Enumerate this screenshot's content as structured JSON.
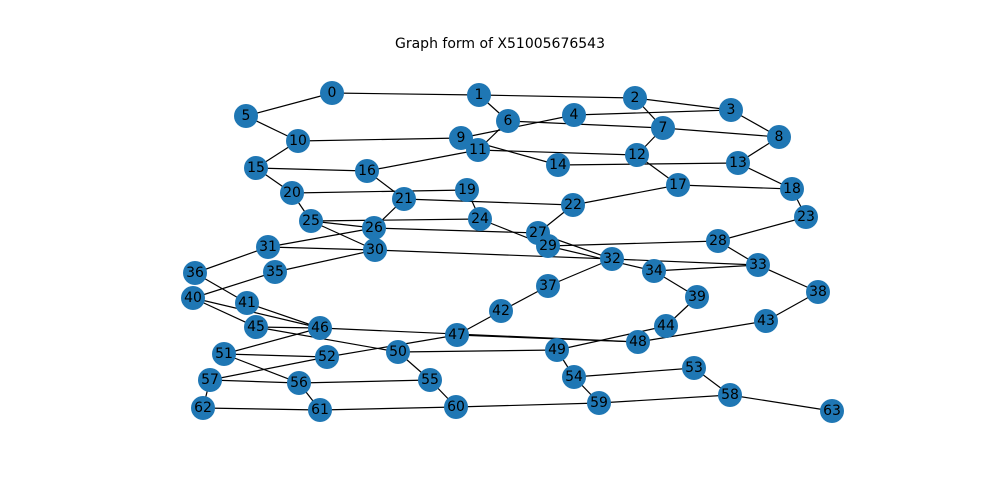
{
  "title": "Graph form of X51005676543",
  "style": {
    "node_color": "#1f77b4",
    "edge_color": "#000000",
    "label_color": "#000000"
  },
  "nodes": [
    {
      "id": "0"
    },
    {
      "id": "1"
    },
    {
      "id": "2"
    },
    {
      "id": "3"
    },
    {
      "id": "4"
    },
    {
      "id": "5"
    },
    {
      "id": "6"
    },
    {
      "id": "7"
    },
    {
      "id": "8"
    },
    {
      "id": "9"
    },
    {
      "id": "10"
    },
    {
      "id": "11"
    },
    {
      "id": "12"
    },
    {
      "id": "13"
    },
    {
      "id": "14"
    },
    {
      "id": "15"
    },
    {
      "id": "16"
    },
    {
      "id": "17"
    },
    {
      "id": "18"
    },
    {
      "id": "19"
    },
    {
      "id": "20"
    },
    {
      "id": "21"
    },
    {
      "id": "22"
    },
    {
      "id": "23"
    },
    {
      "id": "24"
    },
    {
      "id": "25"
    },
    {
      "id": "26"
    },
    {
      "id": "27"
    },
    {
      "id": "28"
    },
    {
      "id": "29"
    },
    {
      "id": "30"
    },
    {
      "id": "31"
    },
    {
      "id": "32"
    },
    {
      "id": "33"
    },
    {
      "id": "34"
    },
    {
      "id": "35"
    },
    {
      "id": "36"
    },
    {
      "id": "37"
    },
    {
      "id": "38"
    },
    {
      "id": "39"
    },
    {
      "id": "40"
    },
    {
      "id": "41"
    },
    {
      "id": "42"
    },
    {
      "id": "43"
    },
    {
      "id": "44"
    },
    {
      "id": "45"
    },
    {
      "id": "46"
    },
    {
      "id": "47"
    },
    {
      "id": "48"
    },
    {
      "id": "49"
    },
    {
      "id": "50"
    },
    {
      "id": "51"
    },
    {
      "id": "52"
    },
    {
      "id": "53"
    },
    {
      "id": "54"
    },
    {
      "id": "55"
    },
    {
      "id": "56"
    },
    {
      "id": "57"
    },
    {
      "id": "58"
    },
    {
      "id": "59"
    },
    {
      "id": "60"
    },
    {
      "id": "61"
    },
    {
      "id": "62"
    },
    {
      "id": "63"
    }
  ],
  "edges": [
    [
      "0",
      "1"
    ],
    [
      "0",
      "5"
    ],
    [
      "1",
      "2"
    ],
    [
      "1",
      "6"
    ],
    [
      "2",
      "3"
    ],
    [
      "2",
      "7"
    ],
    [
      "3",
      "4"
    ],
    [
      "3",
      "8"
    ],
    [
      "4",
      "9"
    ],
    [
      "5",
      "10"
    ],
    [
      "6",
      "7"
    ],
    [
      "6",
      "11"
    ],
    [
      "7",
      "8"
    ],
    [
      "7",
      "12"
    ],
    [
      "8",
      "13"
    ],
    [
      "9",
      "10"
    ],
    [
      "9",
      "14"
    ],
    [
      "11",
      "12"
    ],
    [
      "11",
      "16"
    ],
    [
      "12",
      "17"
    ],
    [
      "13",
      "14"
    ],
    [
      "13",
      "18"
    ],
    [
      "15",
      "16"
    ],
    [
      "15",
      "20"
    ],
    [
      "16",
      "21"
    ],
    [
      "17",
      "18"
    ],
    [
      "17",
      "22"
    ],
    [
      "18",
      "23"
    ],
    [
      "19",
      "20"
    ],
    [
      "19",
      "24"
    ],
    [
      "21",
      "22"
    ],
    [
      "21",
      "26"
    ],
    [
      "22",
      "27"
    ],
    [
      "23",
      "28"
    ],
    [
      "24",
      "25"
    ],
    [
      "24",
      "29"
    ],
    [
      "25",
      "26"
    ],
    [
      "25",
      "30"
    ],
    [
      "26",
      "27"
    ],
    [
      "26",
      "31"
    ],
    [
      "27",
      "32"
    ],
    [
      "28",
      "29"
    ],
    [
      "28",
      "33"
    ],
    [
      "29",
      "34"
    ],
    [
      "30",
      "35"
    ],
    [
      "31",
      "36"
    ],
    [
      "32",
      "33"
    ],
    [
      "32",
      "37"
    ],
    [
      "33",
      "34"
    ],
    [
      "33",
      "38"
    ],
    [
      "34",
      "39"
    ],
    [
      "35",
      "40"
    ],
    [
      "36",
      "41"
    ],
    [
      "37",
      "42"
    ],
    [
      "38",
      "43"
    ],
    [
      "39",
      "44"
    ],
    [
      "40",
      "45"
    ],
    [
      "40",
      "46"
    ],
    [
      "41",
      "46"
    ],
    [
      "42",
      "47"
    ],
    [
      "43",
      "48"
    ],
    [
      "44",
      "49"
    ],
    [
      "45",
      "50"
    ],
    [
      "46",
      "51"
    ],
    [
      "46",
      "48"
    ],
    [
      "47",
      "52"
    ],
    [
      "47",
      "48"
    ],
    [
      "49",
      "50"
    ],
    [
      "49",
      "54"
    ],
    [
      "50",
      "55"
    ],
    [
      "51",
      "52"
    ],
    [
      "51",
      "56"
    ],
    [
      "52",
      "57"
    ],
    [
      "53",
      "54"
    ],
    [
      "53",
      "58"
    ],
    [
      "54",
      "59"
    ],
    [
      "55",
      "60"
    ],
    [
      "55",
      "56"
    ],
    [
      "56",
      "57"
    ],
    [
      "57",
      "62"
    ],
    [
      "58",
      "59"
    ],
    [
      "58",
      "63"
    ],
    [
      "59",
      "60"
    ],
    [
      "60",
      "61"
    ],
    [
      "61",
      "62"
    ],
    [
      "56",
      "61"
    ],
    [
      "11",
      "9"
    ],
    [
      "15",
      "10"
    ],
    [
      "20",
      "25"
    ],
    [
      "30",
      "31"
    ],
    [
      "30",
      "32"
    ],
    [
      "45",
      "46"
    ]
  ]
}
